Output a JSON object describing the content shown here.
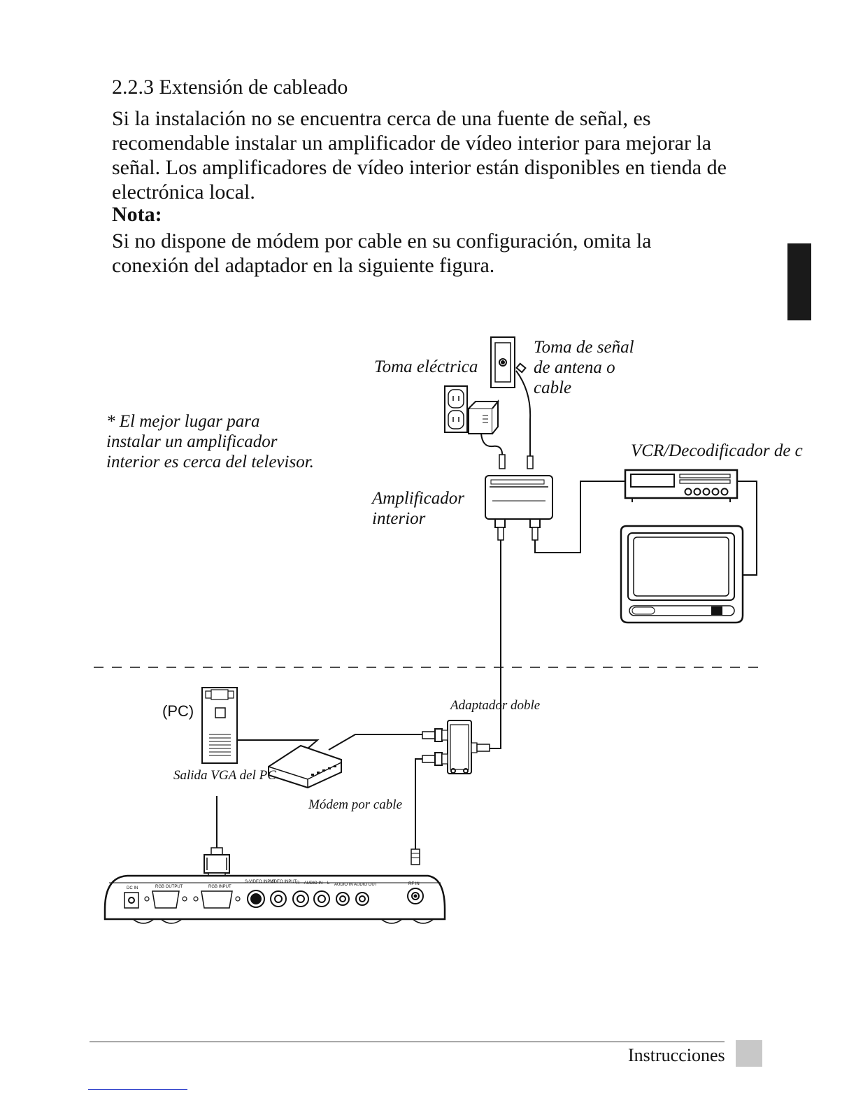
{
  "section": {
    "heading": "2.2.3 Extensión de cableado",
    "paragraph_lines": [
      "Si la instalación no se encuentra cerca de una fuente de señal, es",
      "recomendable instalar un amplificador de vídeo interior para mejorar la",
      "señal. Los amplificadores de vídeo interior están disponibles en tienda de",
      "electrónica local."
    ],
    "note_title": "Nota:",
    "note_lines": [
      "Si no dispone de módem por cable en su configuración, omita la",
      "conexión del adaptador en la siguiente figura."
    ]
  },
  "diagram": {
    "labels": {
      "outlet": "Toma eléctrica",
      "antenna": "Toma de señal\nde antena o\ncable",
      "tip": "* El mejor lugar para\ninstalar un amplificador\ninterior es cerca del televisor.",
      "vcr": "VCR/Decodificador de c",
      "amplifier": "Amplificador\ninterior",
      "splitter": "Adaptador doble",
      "pc": "(PC)",
      "vga": "Salida VGA del PC",
      "modem": "Módem por cable"
    },
    "ports": [
      "DC IN",
      "RGB OUTPUT",
      "RGB INPUT",
      "S-VIDEO INPUT",
      "VIDEO INPUT",
      "R – AUDIO IN – L",
      "AUDIO IN",
      "AUDIO OUT",
      "RF IN"
    ]
  },
  "footer": {
    "text": "Instrucciones"
  }
}
